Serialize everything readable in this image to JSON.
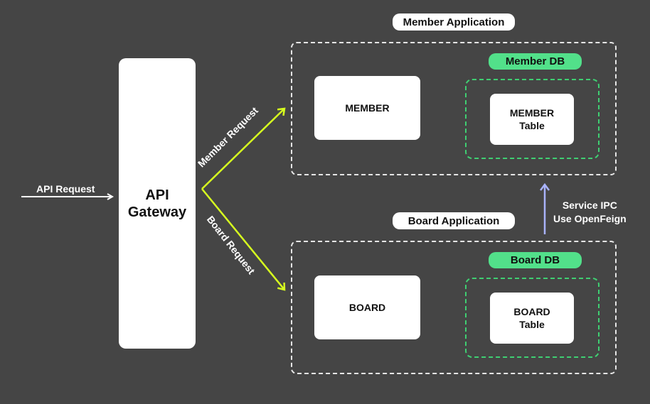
{
  "api_request": {
    "label": "API Request"
  },
  "gateway": {
    "label": "API\nGateway"
  },
  "routes": {
    "member_request": "Member Request",
    "board_request": "Board Request"
  },
  "member_app": {
    "title": "Member Application",
    "service_label": "MEMBER",
    "db_label": "Member DB",
    "table_label": "MEMBER\nTable"
  },
  "board_app": {
    "title": "Board Application",
    "service_label": "BOARD",
    "db_label": "Board DB",
    "table_label": "BOARD\nTable"
  },
  "ipc": {
    "label": "Service IPC\nUse OpenFeign"
  },
  "colors": {
    "background": "#454545",
    "route_arrow": "#d7ff1f",
    "ipc_arrow": "#a9b3ff",
    "db_green": "#52e08a"
  }
}
